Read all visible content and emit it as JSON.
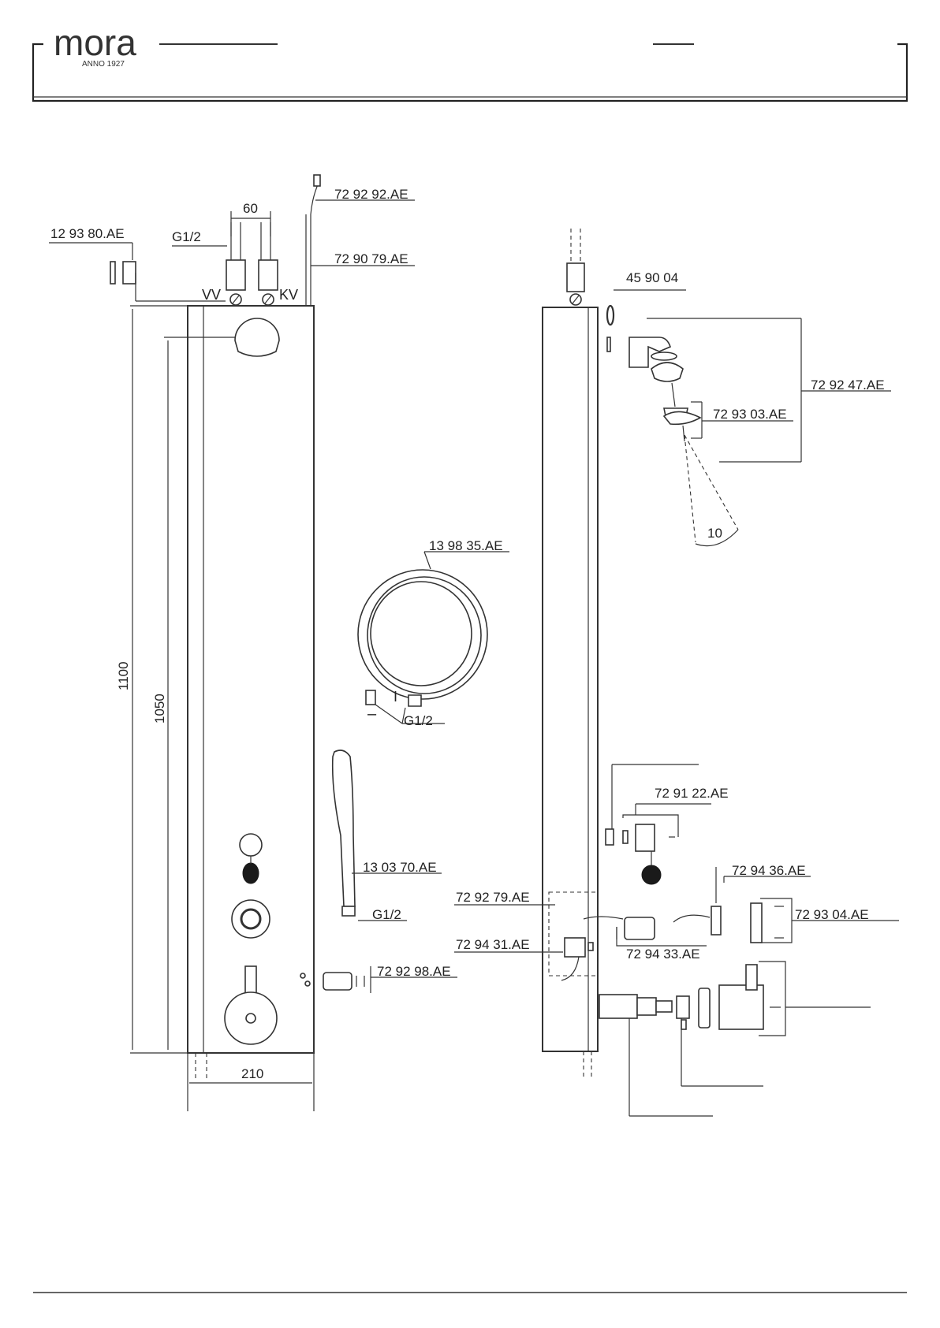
{
  "header": {
    "brand": "mora",
    "brand_tagline": "ANNO 1927"
  },
  "dimensions": {
    "pipe_spacing": "60",
    "height_outer": "1100",
    "height_inner": "1050",
    "width": "210"
  },
  "connections": {
    "thread_top": "G1/2",
    "hot_marker": "VV",
    "cold_marker": "KV",
    "thread_hose": "G1/2",
    "thread_handshower": "G1/2",
    "hose_ends": "–",
    "hose_marker": "I"
  },
  "spray_angle": "10",
  "part_numbers": {
    "p_129380": "12 93 80.AE",
    "p_729292": "72 92 92.AE",
    "p_729079": "72 90 79.AE",
    "p_459004": "45 90 04",
    "p_729247": "72 92 47.AE",
    "p_729303": "72 93 03.AE",
    "p_139835": "13 98 35.AE",
    "p_729122": "72 91 22.AE",
    "p_130370": "13 03 70.AE",
    "p_729436": "72 94 36.AE",
    "p_729279": "72 92 79.AE",
    "p_729304": "72 93 04.AE",
    "p_729431": "72 94 31.AE",
    "p_729433": "72 94 33.AE",
    "p_729298": "72 92 98.AE"
  }
}
